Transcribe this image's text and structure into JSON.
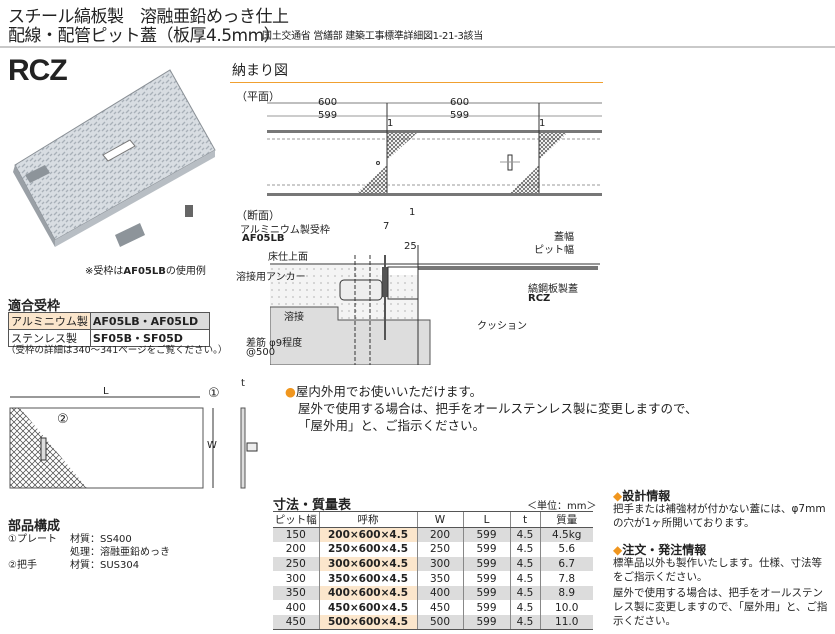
{
  "header": {
    "title_line1": "スチール縞板製　溶融亜鉛めっき仕上",
    "title_line2": "配線・配管ピット蓋（板厚4.5mm）",
    "standard_note": "国土交通省 営繕部 建築工事標準詳細図1-21-3該当"
  },
  "product_code": "RCZ",
  "photo_caption": {
    "prefix": "※受枠は",
    "model": "AF05LB",
    "suffix": "の使用例"
  },
  "compatible_frames": {
    "title": "適合受枠",
    "rows": [
      {
        "material": "アルミニウム製",
        "models": "AF05LB・AF05LD"
      },
      {
        "material": "ステンレス製",
        "models": "SF05B・SF05D"
      }
    ],
    "note": "（受枠の詳細は340～341ページをご覧ください。）"
  },
  "installation": {
    "title": "納まり図",
    "plan_label": "（平面）",
    "plan_dims": [
      "600",
      "599",
      "1",
      "600",
      "599",
      "1"
    ],
    "section_label": "（断面）",
    "frame_label": "アルミニウム製受枠",
    "frame_model": "AF05LB",
    "floor_label": "床仕上面",
    "anchor_label": "溶接用アンカー",
    "weld_label": "溶接",
    "rebar_label": "差筋 φ9程度",
    "rebar_pitch": "@500",
    "dim_7": "7",
    "dim_1": "1",
    "dim_25": "25",
    "cover_width": "蓋幅",
    "pit_width": "ピット幅",
    "cover_name": "縞鋼板製蓋",
    "cover_model": "RCZ",
    "cushion_label": "クッション"
  },
  "drawing": {
    "L": "L",
    "W": "W",
    "t": "t",
    "part1": "①",
    "part2": "②"
  },
  "parts": {
    "title": "部品構成",
    "rows": [
      {
        "name": "①プレート",
        "key": "材質：SS400"
      },
      {
        "name": "",
        "key": "処理：溶融亜鉛めっき"
      },
      {
        "name": "②把手",
        "key": "材質：SUS304"
      }
    ]
  },
  "usage_note": {
    "bullet": "●",
    "line1": "屋内外用でお使いいただけます。",
    "line2": "屋外で使用する場合は、把手をオールステンレス製に変更しますので、",
    "line3": "「屋外用」と、ご指示ください。"
  },
  "dimension_table": {
    "title": "寸法・質量表",
    "unit": "＜単位：mm＞",
    "columns": [
      "ピット幅",
      "呼称",
      "W",
      "L",
      "t",
      "質量"
    ],
    "rows": [
      [
        "150",
        "200×600×4.5",
        "200",
        "599",
        "4.5",
        "4.5kg"
      ],
      [
        "200",
        "250×600×4.5",
        "250",
        "599",
        "4.5",
        "5.6"
      ],
      [
        "250",
        "300×600×4.5",
        "300",
        "599",
        "4.5",
        "6.7"
      ],
      [
        "300",
        "350×600×4.5",
        "350",
        "599",
        "4.5",
        "7.8"
      ],
      [
        "350",
        "400×600×4.5",
        "400",
        "599",
        "4.5",
        "8.9"
      ],
      [
        "400",
        "450×600×4.5",
        "450",
        "599",
        "4.5",
        "10.0"
      ],
      [
        "450",
        "500×600×4.5",
        "500",
        "599",
        "4.5",
        "11.0"
      ]
    ]
  },
  "design_info": {
    "title": "◆設計情報",
    "text": "把手または補強材が付かない蓋には、φ7mmの穴が1ヶ所開いております。"
  },
  "order_info": {
    "title": "◆注文・発注情報",
    "text1": "標準品以外も製作いたします。仕様、寸法等をご指示ください。",
    "text2": "屋外で使用する場合は、把手をオールステンレス製に変更しますので、「屋外用」と、ご指示ください。"
  },
  "colors": {
    "accent": "#f0961e",
    "highlight": "#fbe6cc",
    "row_gray": "#dcdcdc"
  }
}
